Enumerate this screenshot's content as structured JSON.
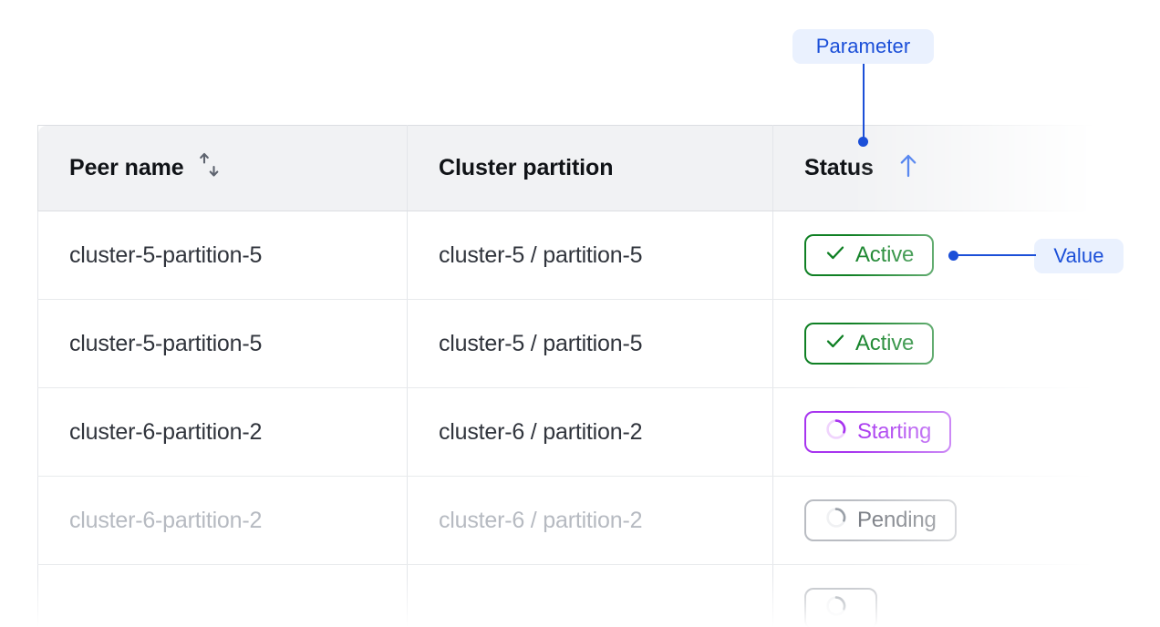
{
  "annotations": {
    "parameter_label": "Parameter",
    "value_label": "Value",
    "accent_color": "#1b4fd8",
    "badge_bg": "#eaf1fe"
  },
  "table": {
    "columns": [
      {
        "label": "Peer name",
        "sort_icon": "sort-both-icon",
        "sort_state": "none"
      },
      {
        "label": "Cluster partition",
        "sort_icon": null,
        "sort_state": "none"
      },
      {
        "label": "Status",
        "sort_icon": "arrow-up-icon",
        "sort_state": "ascending"
      }
    ],
    "rows": [
      {
        "peer_name": "cluster-5-partition-5",
        "cluster_partition": "cluster-5 / partition-5",
        "status": {
          "label": "Active",
          "icon": "check-icon",
          "tone": "success",
          "color": "#0f8024"
        },
        "dimmed": false
      },
      {
        "peer_name": "cluster-5-partition-5",
        "cluster_partition": "cluster-5 / partition-5",
        "status": {
          "label": "Active",
          "icon": "check-icon",
          "tone": "success",
          "color": "#0f8024"
        },
        "dimmed": false
      },
      {
        "peer_name": "cluster-6-partition-2",
        "cluster_partition": "cluster-6 / partition-2",
        "status": {
          "label": "Starting",
          "icon": "spinner-icon",
          "tone": "progress",
          "color": "#a734ef"
        },
        "dimmed": false
      },
      {
        "peer_name": "cluster-6-partition-2",
        "cluster_partition": "cluster-6 / partition-2",
        "status": {
          "label": "Pending",
          "icon": "spinner-icon",
          "tone": "neutral",
          "color": "#74787f"
        },
        "dimmed": true
      },
      {
        "peer_name": "",
        "cluster_partition": "",
        "status": {
          "label": "",
          "icon": "spinner-icon",
          "tone": "neutral",
          "color": "#74787f"
        },
        "dimmed": true
      }
    ]
  }
}
